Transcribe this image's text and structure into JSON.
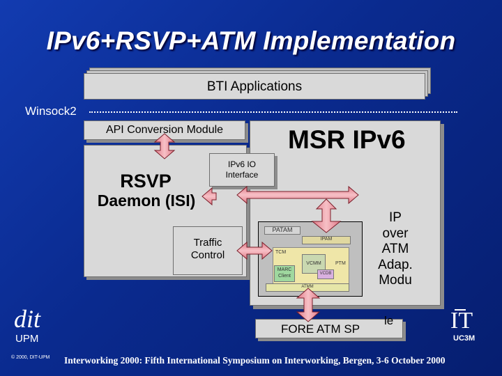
{
  "slide": {
    "title": "IPv6+RSVP+ATM Implementation",
    "footer": "Interworking 2000: Fifth International Symposium on Interworking, Bergen, 3-6 October 2000",
    "copyright": "© 2000, DIT-UPM"
  },
  "logos": {
    "left_main": "dit",
    "left_sub": "UPM",
    "right_main": "IT",
    "right_sub": "UC3M"
  },
  "diagram": {
    "bti_applications": "BTI Applications",
    "winsock2": "Winsock2",
    "api_conversion": "API Conversion Module",
    "msr_ipv6": "MSR IPv6",
    "ipv6_io_line1": "IPv6 IO",
    "ipv6_io_line2": "Interface",
    "rsvp_line1": "RSVP",
    "rsvp_line2": "Daemon (ISI)",
    "traffic_line1": "Traffic",
    "traffic_line2": "Control",
    "ip_over_atm": [
      "IP",
      "over",
      "ATM",
      "Adap.",
      "Modu",
      "le"
    ],
    "fore_atm": "FORE ATM SP",
    "atm_stack": {
      "patam": "PATAM",
      "ipam": "IPAM",
      "tcm": "TCM",
      "vcmm": "VCMM",
      "ptm": "PTM",
      "marc_line1": "MARC",
      "marc_line2": "Client",
      "vcdb": "VCDB",
      "atmm": "ATMM"
    }
  },
  "colors": {
    "background": "#0b2a8c",
    "box": "#d9d9d9",
    "arrow_fill": "#f2a0a8",
    "text": "#000000",
    "title": "#ffffff"
  }
}
